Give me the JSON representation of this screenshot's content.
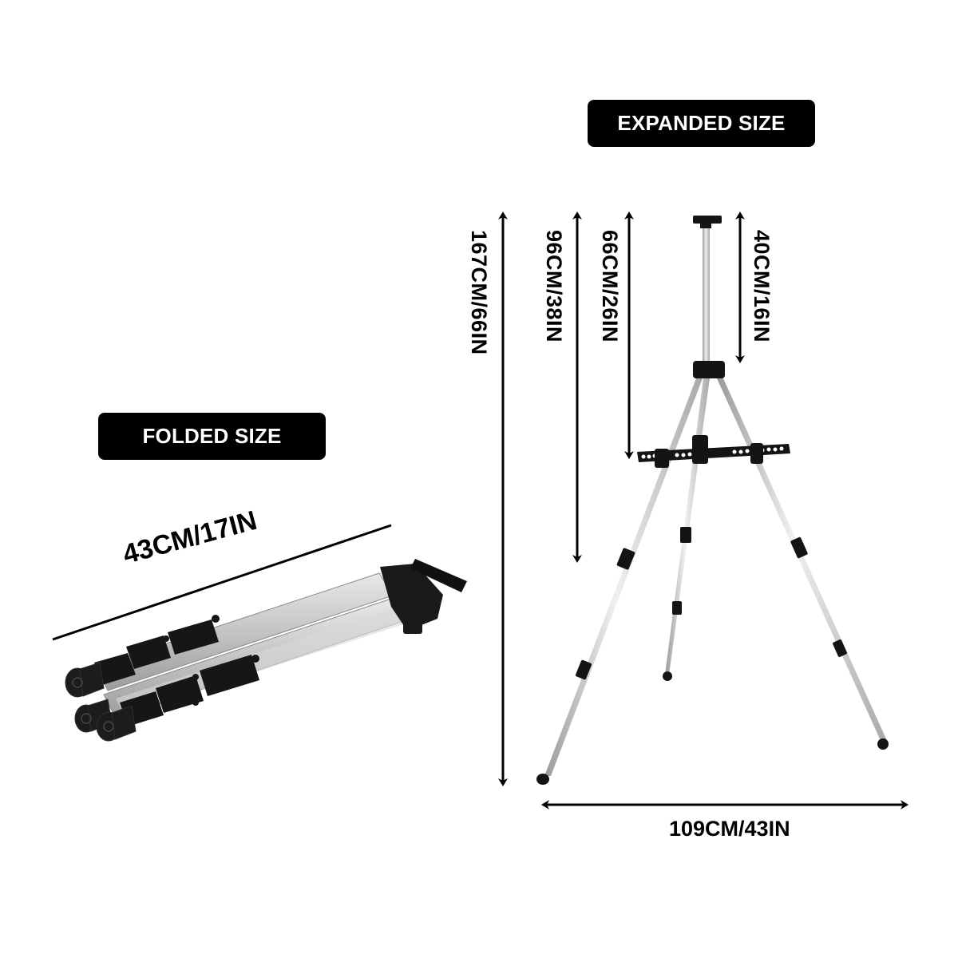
{
  "labels": {
    "expanded": "EXPANDED SIZE",
    "folded": "FOLDED SIZE"
  },
  "expanded_dimensions": {
    "total_height": "167CM/66IN",
    "leg_height": "96CM/38IN",
    "tray_height": "66CM/26IN",
    "mast_height": "40CM/16IN",
    "base_width": "109CM/43IN"
  },
  "folded_dimensions": {
    "length": "43CM/17IN"
  },
  "colors": {
    "pill_bg": "#000000",
    "pill_text": "#ffffff",
    "aluminum": "#c8c8c8",
    "plastic": "#141414"
  }
}
